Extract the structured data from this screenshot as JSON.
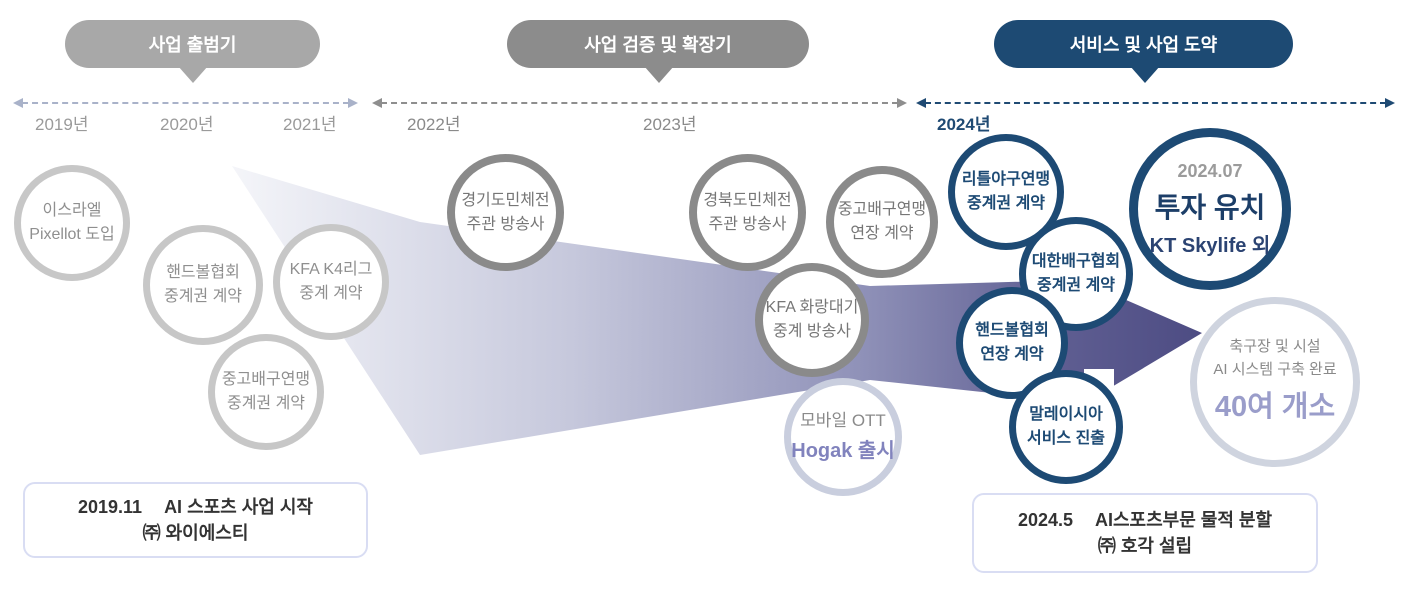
{
  "phases": [
    {
      "label": "사업 출범기"
    },
    {
      "label": "사업 검증 및 확장기"
    },
    {
      "label": "서비스 및 사업 도약"
    }
  ],
  "years": [
    "2019년",
    "2020년",
    "2021년",
    "2022년",
    "2023년",
    "2024년"
  ],
  "milestones": {
    "pixellot": {
      "line1": "이스라엘",
      "line2": "Pixellot 도입"
    },
    "handball_2020": {
      "line1": "핸드볼협회",
      "line2": "중계권 계약"
    },
    "kfa_k4": {
      "line1": "KFA K4리그",
      "line2": "중계 계약"
    },
    "volleyball_2020": {
      "line1": "중고배구연맹",
      "line2": "중계권 계약"
    },
    "gyeonggi": {
      "line1": "경기도민체전",
      "line2": "주관 방송사"
    },
    "gyeongbuk": {
      "line1": "경북도민체전",
      "line2": "주관 방송사"
    },
    "volleyball_ext": {
      "line1": "중고배구연맹",
      "line2": "연장 계약"
    },
    "kfa_hwarang": {
      "line1": "KFA 화랑대기",
      "line2": "중계 방송사"
    },
    "hogak": {
      "line1": "모바일 OTT",
      "line2": "Hogak 출시"
    },
    "little_baseball": {
      "line1": "리틀야구연맹",
      "line2": "중계권 계약"
    },
    "kva": {
      "line1": "대한배구협회",
      "line2": "중계권 계약"
    },
    "handball_ext": {
      "line1": "핸드볼협회",
      "line2": "연장 계약"
    },
    "malaysia": {
      "line1": "말레이시아",
      "line2": "서비스 진출"
    },
    "investment": {
      "date": "2024.07",
      "title": "투자 유치",
      "subtitle": "KT Skylife 외"
    },
    "stadiums": {
      "line1": "축구장 및 시설",
      "line2": "AI 시스템 구축 완료",
      "count": "40여 개소"
    }
  },
  "notes": [
    {
      "date": "2019.11",
      "title": "AI 스포츠 사업 시작",
      "subtitle": "㈜ 와이에스티"
    },
    {
      "date": "2024.5",
      "title": "AI스포츠부문 물적 분할",
      "subtitle": "㈜ 호각 설립"
    }
  ],
  "colors": {
    "navy": "#1d4a73",
    "phase1_gray": "#a8a8a8",
    "phase2_gray": "#8c8c8c",
    "ring_light_gray": "#c7c7c7",
    "ring_mid_gray": "#8a8a8a",
    "ring_soft_lavender": "#c9cede",
    "arrow_gradient_start": "#f4f5f9",
    "arrow_gradient_end": "#4d4c83",
    "hogak_purple": "#8183bd",
    "count_purple": "#9a9dca",
    "timeline1": "#a9b2c9",
    "timeline2": "#8e8e8e",
    "note_border": "#d9ddf3"
  }
}
